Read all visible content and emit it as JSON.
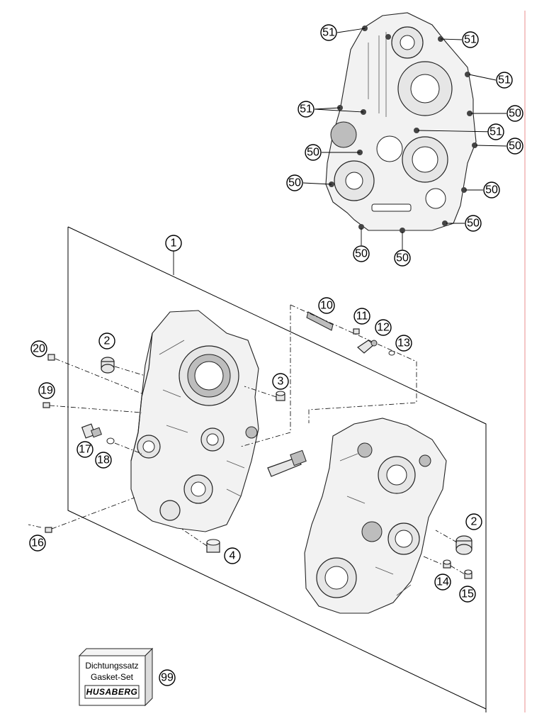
{
  "diagram": {
    "callouts": {
      "c1": "1",
      "c2a": "2",
      "c2b": "2",
      "c3": "3",
      "c4": "4",
      "c10": "10",
      "c11": "11",
      "c12": "12",
      "c13": "13",
      "c14": "14",
      "c15": "15",
      "c16": "16",
      "c17": "17",
      "c18": "18",
      "c19": "19",
      "c20": "20",
      "c50a": "50",
      "c50b": "50",
      "c50c": "50",
      "c50d": "50",
      "c50e": "50",
      "c50f": "50",
      "c50g": "50",
      "c50h": "50",
      "c51a": "51",
      "c51b": "51",
      "c51c": "51",
      "c51d": "51",
      "c51e": "51",
      "c99": "99"
    },
    "gasket_box": {
      "line1": "Dichtungssatz",
      "line2": "Gasket-Set",
      "logo": "HUSABERG"
    }
  },
  "colors": {
    "line": "#000000",
    "part_fill": "#e6e6e6",
    "edge_stripe": "#f4c6c6"
  }
}
